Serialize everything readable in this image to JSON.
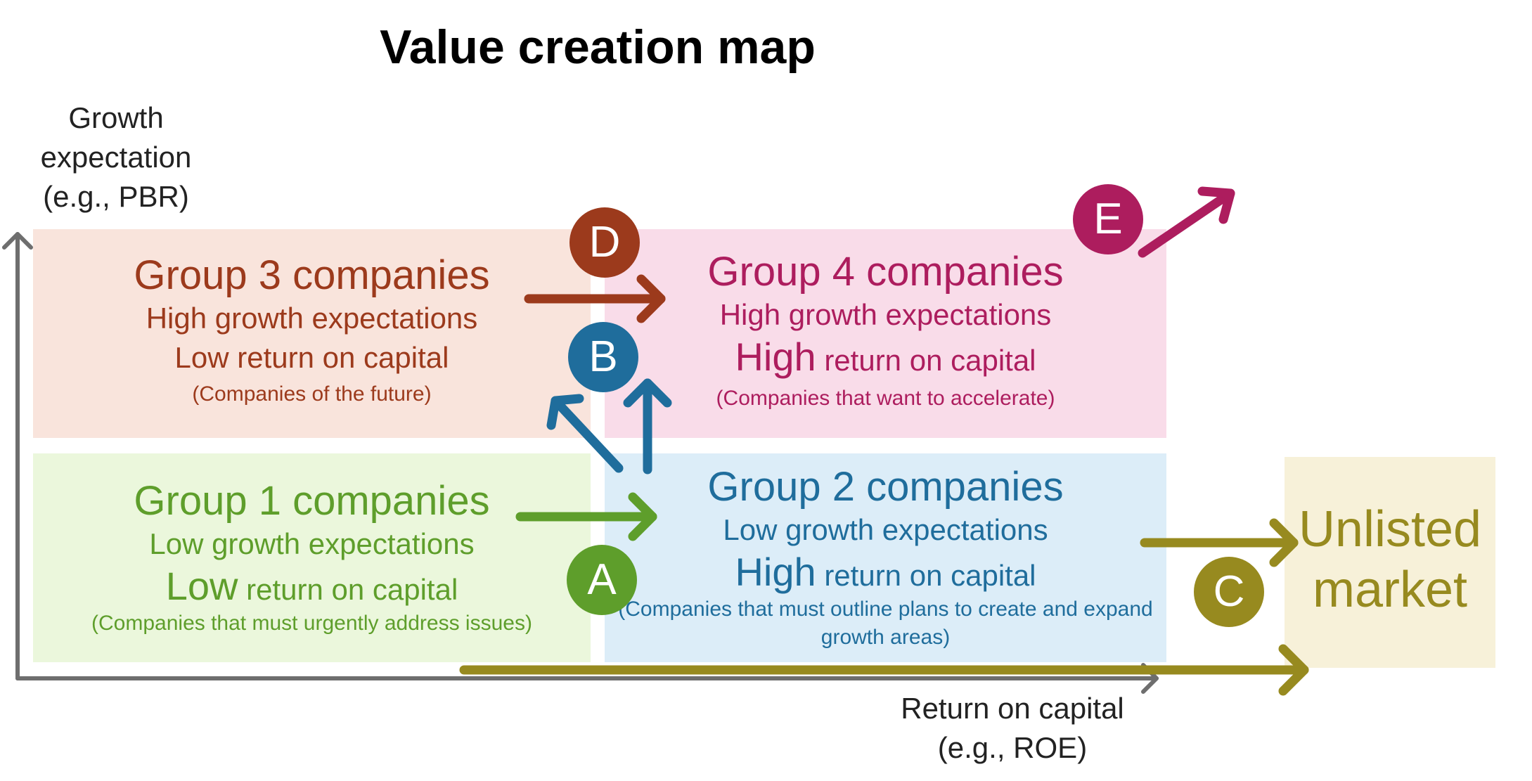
{
  "title": "Value creation map",
  "y_axis_label": [
    "Growth",
    "expectation",
    "(e.g., PBR)"
  ],
  "x_axis_label": [
    "Return on capital",
    "(e.g., ROE)"
  ],
  "colors": {
    "group1": "#5e9e2b",
    "group1_bg": "#ebf7dc",
    "group2": "#1f6d9c",
    "group2_bg": "#dcedf8",
    "group3": "#9c3a1c",
    "group3_bg": "#f9e4dc",
    "group4": "#ad1d5e",
    "group4_bg": "#f9dce9",
    "unlisted": "#978a1f",
    "unlisted_bg": "#f7f1d9",
    "axis": "#6e6e6e"
  },
  "groups": {
    "group3": {
      "title": "Group 3 companies",
      "line1": "High growth expectations",
      "line2": "Low return on capital",
      "note": "(Companies of the future)"
    },
    "group4": {
      "title": "Group 4 companies",
      "line1": "High growth expectations",
      "line2_big": "High",
      "line2_rest": " return on capital",
      "note": "(Companies that want to accelerate)"
    },
    "group1": {
      "title": "Group 1 companies",
      "line1": "Low growth expectations",
      "line2_big": "Low",
      "line2_rest": " return on capital",
      "note": "(Companies that must urgently address issues)"
    },
    "group2": {
      "title": "Group 2 companies",
      "line1": "Low growth expectations",
      "line2_big": "High",
      "line2_rest": " return on capital",
      "note_line1": "(Companies that must outline plans to create and expand",
      "note_line2": "growth areas)"
    }
  },
  "unlisted": [
    "Unlisted",
    "market"
  ],
  "markers": [
    "A",
    "B",
    "C",
    "D",
    "E"
  ]
}
